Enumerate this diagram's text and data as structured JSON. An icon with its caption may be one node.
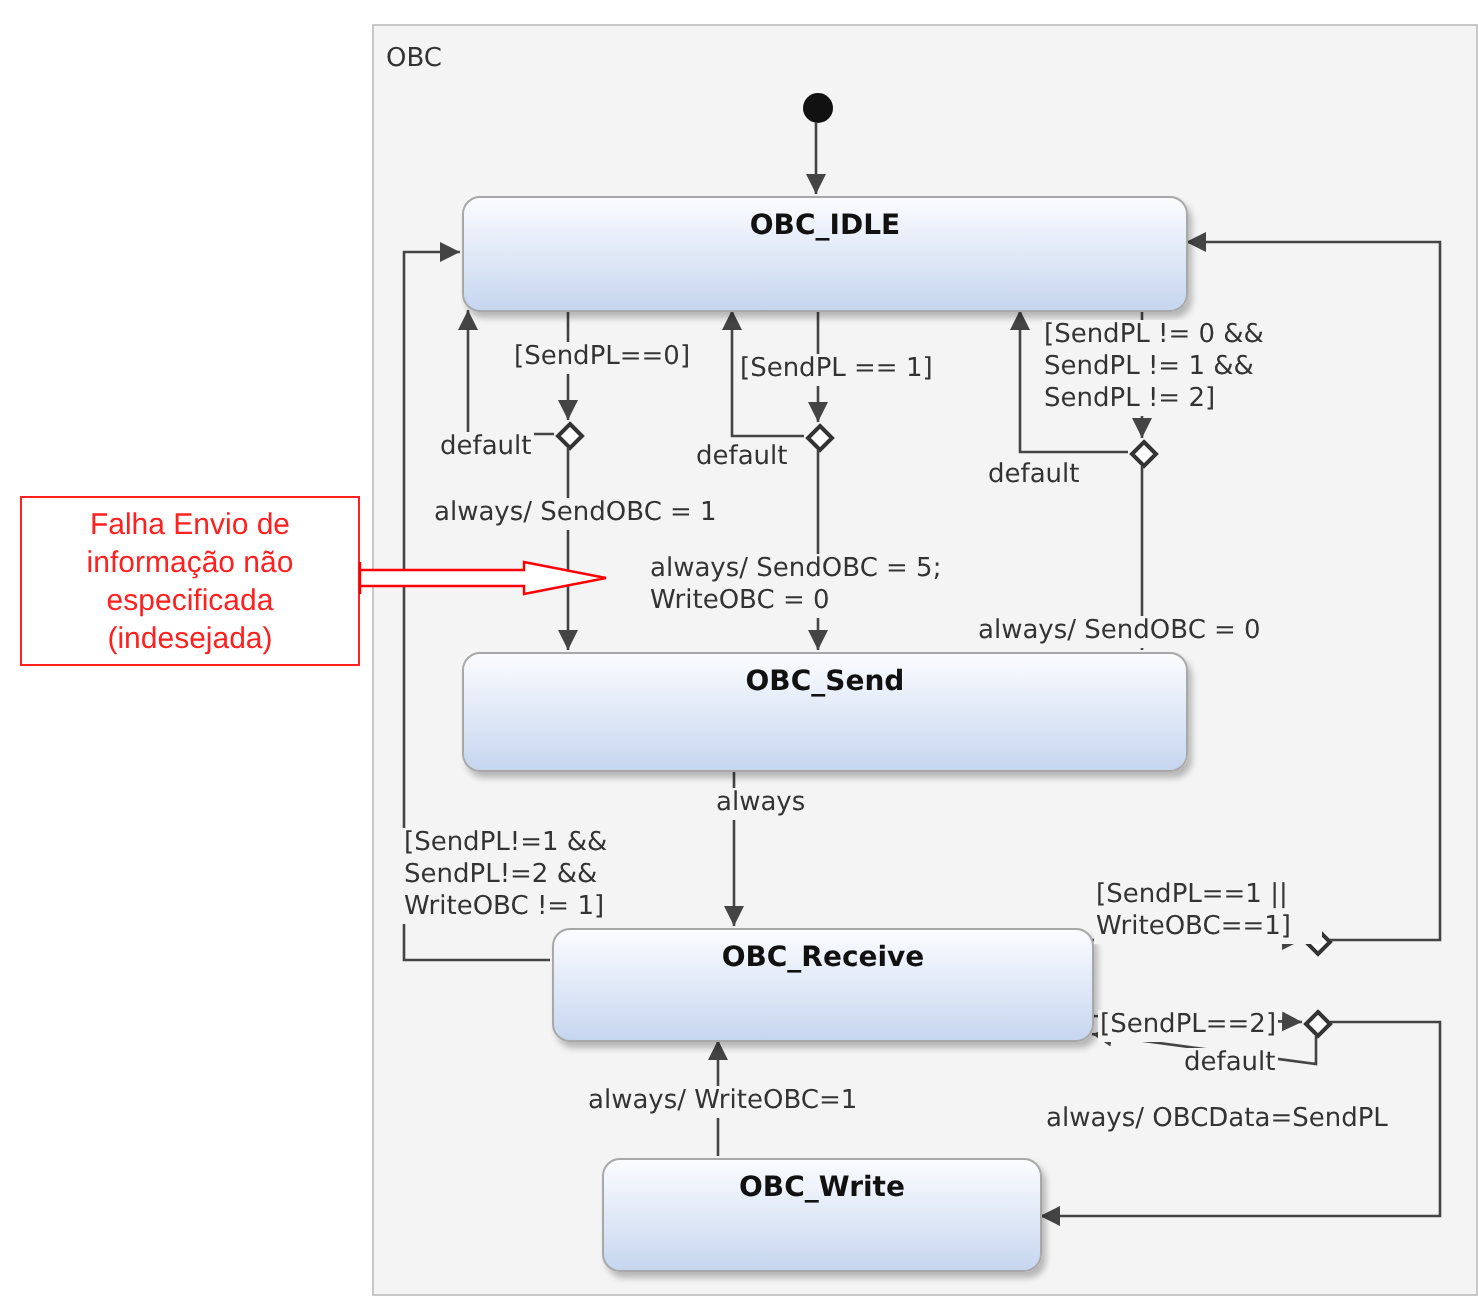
{
  "diagram": {
    "nodes": [
      {
        "text": [
          "OBC"
        ]
      },
      {
        "text": [],
        "shape": "circle",
        "in": 0
      },
      {
        "text": [
          "OBC_IDLE"
        ],
        "in": 0
      },
      {
        "text": [],
        "shape": "diamond",
        "in": 0
      },
      {
        "text": [],
        "shape": "diamond",
        "in": 0
      },
      {
        "text": [],
        "shape": "diamond",
        "in": 0
      },
      {
        "text": [
          "OBC_Send"
        ],
        "in": 0
      },
      {
        "text": [
          "OBC_Receive"
        ],
        "in": 0
      },
      {
        "text": [],
        "shape": "diamond",
        "in": 0
      },
      {
        "text": [],
        "shape": "diamond",
        "in": 0
      },
      {
        "text": [
          "OBC_Write"
        ],
        "in": 0
      },
      {
        "text": [
          "Falha Envio de informação não especificada (indesejada)"
        ]
      }
    ],
    "edges": [
      {
        "from": 1,
        "to": 2,
        "arrow": "to"
      },
      {
        "from": 2,
        "to": 3,
        "arrow": "to",
        "label": "[SendPL==0]"
      },
      {
        "from": 3,
        "to": 2,
        "arrow": "to",
        "label": "default"
      },
      {
        "from": 3,
        "to": 6,
        "arrow": "to",
        "label": "always/ SendOBC = 1"
      },
      {
        "from": 2,
        "to": 4,
        "arrow": "to",
        "label": "[SendPL == 1]"
      },
      {
        "from": 4,
        "to": 2,
        "arrow": "to",
        "label": "default"
      },
      {
        "from": 4,
        "to": 6,
        "arrow": "to",
        "label": "always/ SendOBC = 5; WriteOBC = 0"
      },
      {
        "from": 2,
        "to": 5,
        "arrow": "to",
        "label": "[SendPL != 0 && SendPL != 1 && SendPL != 2]"
      },
      {
        "from": 5,
        "to": 2,
        "arrow": "to",
        "label": "default"
      },
      {
        "from": 5,
        "to": 6,
        "arrow": "to",
        "label": "always/ SendOBC = 0"
      },
      {
        "from": 6,
        "to": 7,
        "arrow": "to",
        "label": "always"
      },
      {
        "from": 7,
        "to": 2,
        "arrow": "to",
        "label": "[SendPL!=1 && SendPL!=2 && WriteOBC != 1]"
      },
      {
        "from": 7,
        "to": 8,
        "arrow": "to",
        "label": "[SendPL==1 || WriteOBC==1]"
      },
      {
        "from": 8,
        "to": 2,
        "arrow": "to"
      },
      {
        "from": 7,
        "to": 9,
        "arrow": "to",
        "label": "[SendPL==2]"
      },
      {
        "from": 9,
        "to": 7,
        "arrow": "to",
        "label": "default"
      },
      {
        "from": 9,
        "to": 10,
        "arrow": "to",
        "label": "always/ OBCData=SendPL"
      },
      {
        "from": 10,
        "to": 7,
        "arrow": "to",
        "label": "always/ WriteOBC=1"
      },
      {
        "from": 11,
        "to": null,
        "arrow": "to",
        "style": "thick",
        "color": "#ff0000"
      }
    ]
  }
}
